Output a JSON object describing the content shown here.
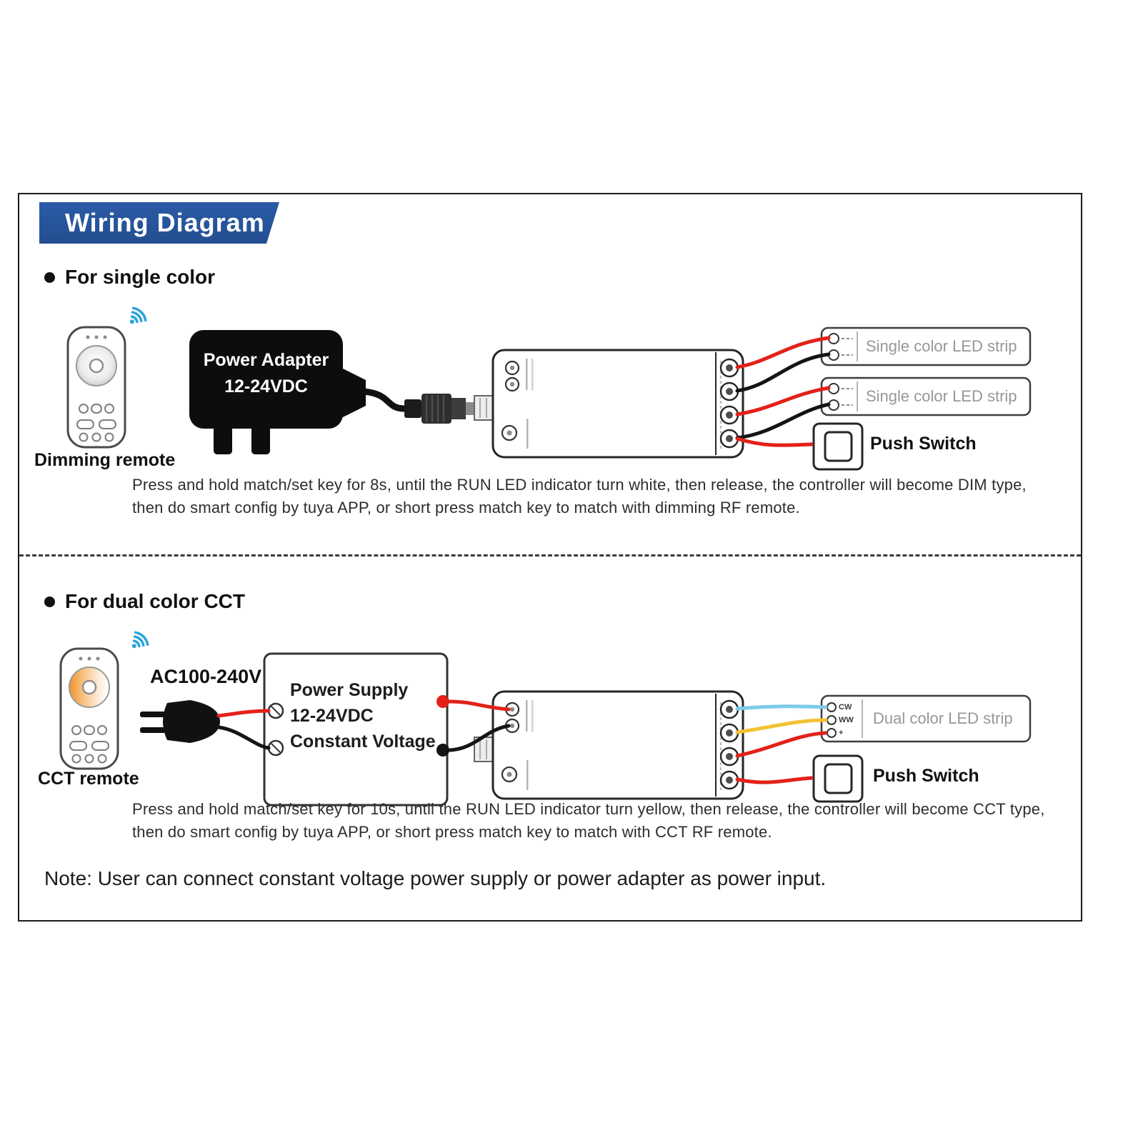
{
  "header": {
    "title": "Wiring Diagram"
  },
  "sections": {
    "single": {
      "title": "For single color",
      "remote_label": "Dimming remote",
      "adapter": {
        "line1": "Power Adapter",
        "line2": "12-24VDC"
      },
      "strips": [
        "Single color LED strip",
        "Single color LED strip"
      ],
      "push_switch": "Push Switch",
      "description": [
        "Press and hold match/set key for 8s, until the RUN LED indicator turn white, then release, the controller will become DIM type,",
        "then do smart config by tuya APP, or short press match key to match with dimming RF remote."
      ]
    },
    "dual": {
      "title": "For dual color CCT",
      "remote_label": "CCT remote",
      "ac_input": "AC100-240V",
      "psu": {
        "line1": "Power Supply",
        "line2": "12-24VDC",
        "line3": "Constant Voltage"
      },
      "strip_label": "Dual color LED strip",
      "strip_terminals": [
        "CW",
        "WW",
        "+"
      ],
      "push_switch": "Push Switch",
      "description": [
        "Press and hold match/set key for 10s, until the RUN LED indicator turn yellow, then release, the controller will become CCT type,",
        "then do smart config by tuya APP, or short press match key to match with CCT RF remote."
      ]
    }
  },
  "note": "Note: User can connect constant voltage power supply or power adapter as power input.",
  "colors": {
    "banner_blue": "#2b5ba6",
    "wire_red": "#e32119",
    "wire_black": "#141414",
    "wire_cw": "#7ecbea",
    "wire_ww": "#f2c233",
    "wifi_blue": "#29a3dc"
  }
}
